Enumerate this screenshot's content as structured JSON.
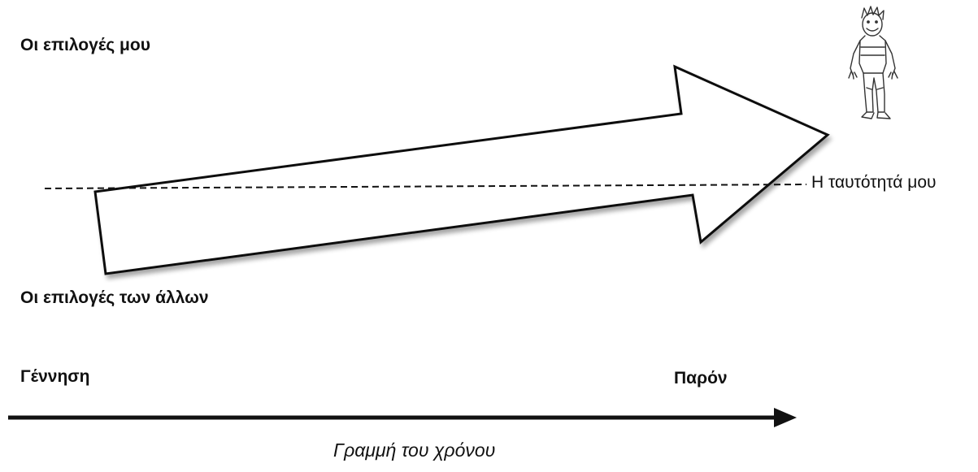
{
  "labels": {
    "my_choices": "Οι επιλογές μου",
    "others_choices": "Οι επιλογές των άλλων",
    "identity": "Η ταυτότητά μου",
    "birth": "Γέννηση",
    "present": "Παρόν",
    "timeline": "Γραμμή του χρόνου"
  },
  "icons": {
    "big_arrow": "block-arrow-icon",
    "figure": "stick-figure-person-icon",
    "timeline_arrow": "arrow-right-icon"
  },
  "colors": {
    "stroke": "#111111",
    "background": "#ffffff",
    "shadow": "#b8b8b8"
  }
}
